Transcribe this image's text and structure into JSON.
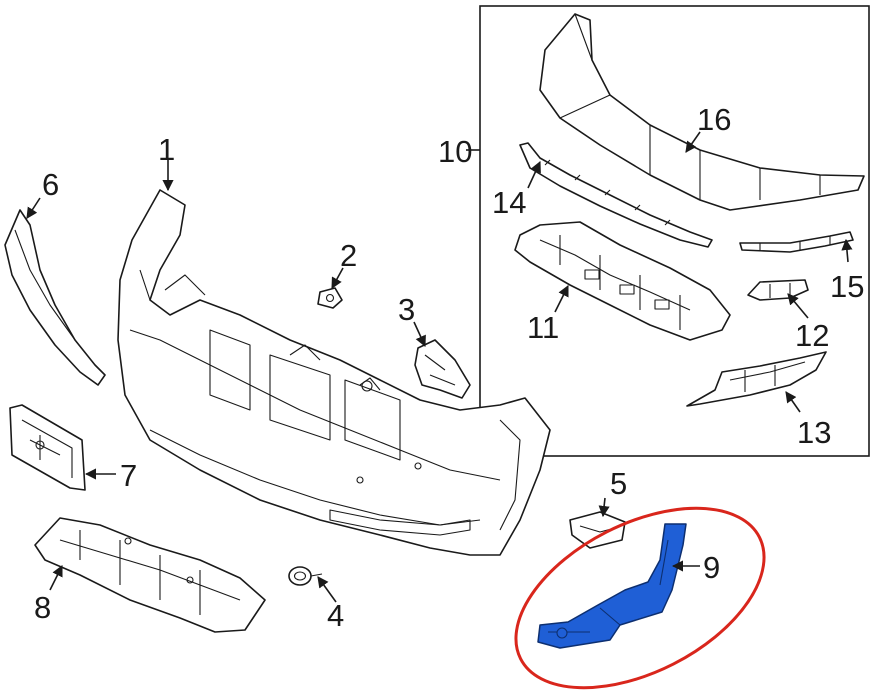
{
  "callouts": {
    "c1": "1",
    "c2": "2",
    "c3": "3",
    "c4": "4",
    "c5": "5",
    "c6": "6",
    "c7": "7",
    "c8": "8",
    "c9": "9",
    "c10": "10",
    "c11": "11",
    "c12": "12",
    "c13": "13",
    "c14": "14",
    "c15": "15",
    "c16": "16"
  },
  "colors": {
    "line": "#1a1a1a",
    "highlight_fill": "#1f5fd6",
    "highlight_ring": "#d9261c",
    "background": "#ffffff"
  },
  "highlighted_part": "9"
}
